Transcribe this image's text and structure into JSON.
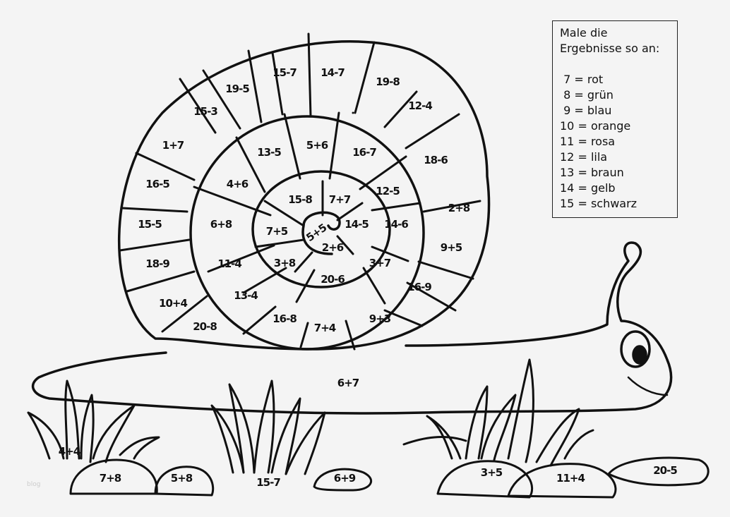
{
  "legend": {
    "title_line1": "Male die",
    "title_line2": "Ergebnisse so an:",
    "items": [
      {
        "number": "7",
        "color_name": "rot"
      },
      {
        "number": "8",
        "color_name": "grün"
      },
      {
        "number": "9",
        "color_name": "blau"
      },
      {
        "number": "10",
        "color_name": "orange"
      },
      {
        "number": "11",
        "color_name": "rosa"
      },
      {
        "number": "12",
        "color_name": "lila"
      },
      {
        "number": "13",
        "color_name": "braun"
      },
      {
        "number": "14",
        "color_name": "gelb"
      },
      {
        "number": "15",
        "color_name": "schwarz"
      }
    ]
  },
  "shell": {
    "outer_ring": [
      "15-7",
      "14-7",
      "19-8",
      "12-4",
      "18-6",
      "2+8",
      "9+5",
      "16-9",
      "9+3",
      "7+4",
      "16-8",
      "20-8",
      "10+4",
      "18-9",
      "15-5",
      "16-5",
      "1+7",
      "15-3",
      "19-5"
    ],
    "middle_ring": [
      "13-5",
      "5+6",
      "16-7",
      "12-5",
      "14-6",
      "3+7",
      "20-6",
      "3+8",
      "11-4",
      "13-4",
      "6+8",
      "4+6"
    ],
    "inner_ring": [
      "15-8",
      "7+7",
      "14-5",
      "2+6",
      "7+5"
    ],
    "center": "5+5"
  },
  "ground": [
    "6+7",
    "4+4",
    "7+8",
    "5+8",
    "15-7",
    "6+9",
    "3+5",
    "11+4",
    "20-5"
  ],
  "watermark": "blog"
}
